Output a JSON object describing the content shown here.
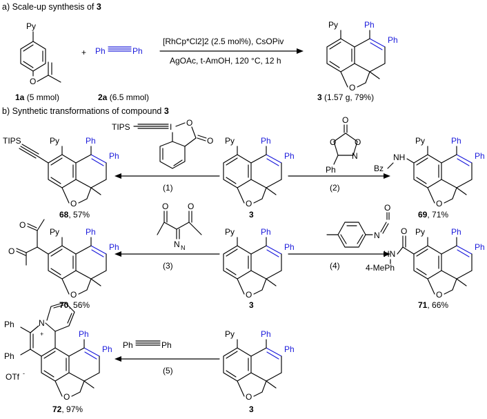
{
  "section_a": {
    "title": "a) Scale-up synthesis of ",
    "title_compound": "3",
    "reagent1_label": "1a",
    "reagent1_amount": " (5 mmol)",
    "reagent2_label": "2a",
    "reagent2_amount": " (6.5 mmol)",
    "plus": "+",
    "conditions_line1": "[RhCp*Cl2]2 (2.5 mol%), CsOPiv",
    "conditions_line2": "AgOAc, t-AmOH, 120 °C, 12 h",
    "product_label": "3",
    "product_yield": " (1.57 g, 79%)"
  },
  "section_b": {
    "title": "b) Synthetic transformations of compound ",
    "title_compound": "3",
    "center_label": "3",
    "steps": [
      "(1)",
      "(2)",
      "(3)",
      "(4)",
      "(5)"
    ],
    "products": [
      {
        "label": "68",
        "yield": ", 57%"
      },
      {
        "label": "69",
        "yield": ", 71%"
      },
      {
        "label": "70",
        "yield": ", 56%"
      },
      {
        "label": "71",
        "yield": ", 66%"
      },
      {
        "label": "72",
        "yield": ", 97%"
      }
    ]
  },
  "atoms": {
    "py": "Py",
    "ph": "Ph",
    "o": "O",
    "n": "N",
    "i": "I",
    "tips": "TIPS",
    "bz": "Bz",
    "nh": "NH",
    "hn": "HN",
    "mePh": "4-MePh",
    "otf": "OTf",
    "plus": "+",
    "minus": "-"
  },
  "colors": {
    "accent": "#1a1adb",
    "ink": "#000000"
  }
}
